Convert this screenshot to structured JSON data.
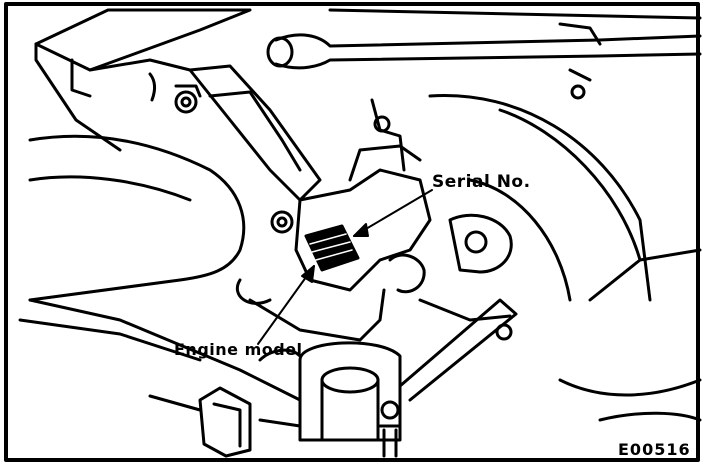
{
  "diagram": {
    "callouts": {
      "serial_number": "Serial No.",
      "engine_model": "Engine model"
    },
    "figure_code": "E00516"
  }
}
